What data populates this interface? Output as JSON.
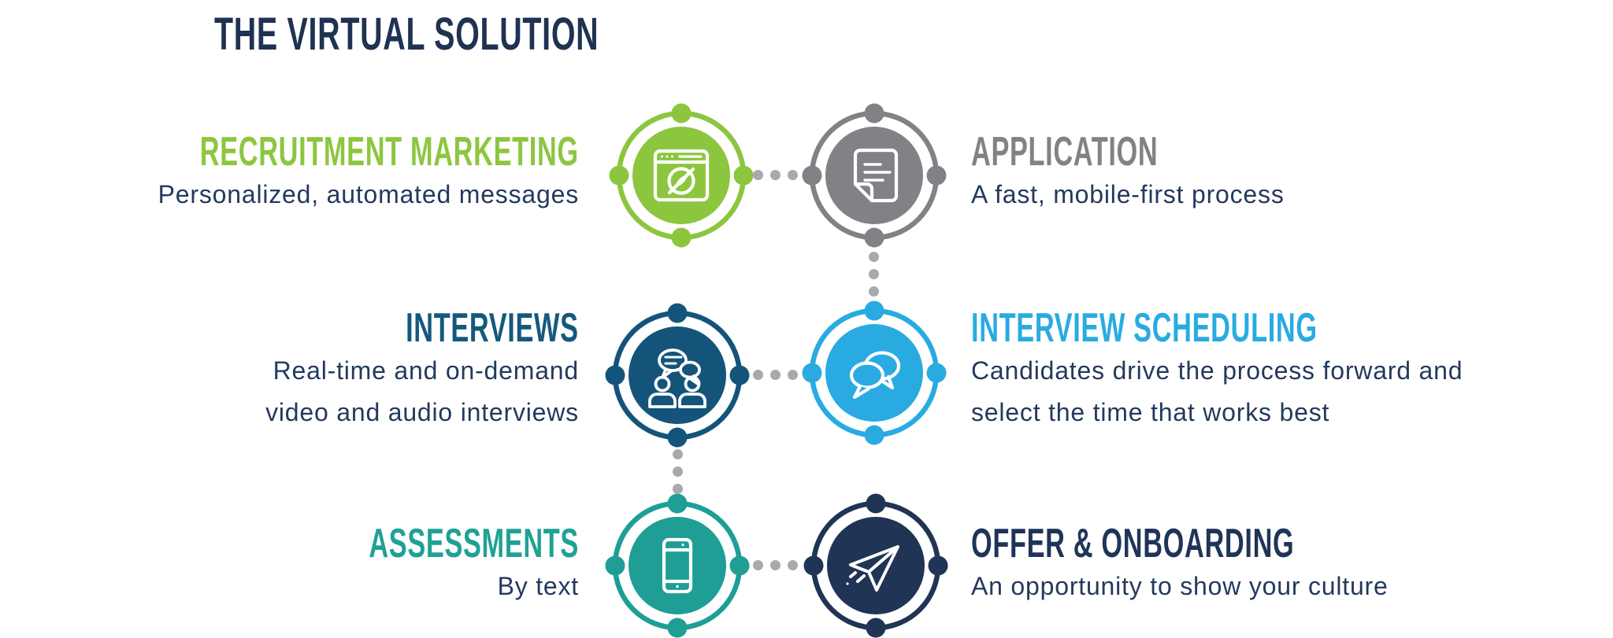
{
  "title": "THE VIRTUAL SOLUTION",
  "colors": {
    "background": "#ffffff",
    "title_text": "#1f3251",
    "body_text": "#24395e",
    "connector_dot": "#a7a9ac"
  },
  "steps": [
    {
      "id": "recruitment-marketing",
      "heading": "RECRUITMENT MARKETING",
      "desc": "Personalized, automated messages",
      "accent": "#8dc63f",
      "node_color": "#8cc63f",
      "icon": "browser-compass-icon",
      "side": "left"
    },
    {
      "id": "application",
      "heading": "APPLICATION",
      "desc": "A fast, mobile-first process",
      "accent": "#808285",
      "node_color": "#808285",
      "icon": "note-document-icon",
      "side": "right"
    },
    {
      "id": "interviews",
      "heading": "INTERVIEWS",
      "desc": "Real-time and on-demand\nvideo and audio interviews",
      "accent": "#15587e",
      "node_color": "#15547a",
      "icon": "people-conversation-icon",
      "side": "left"
    },
    {
      "id": "interview-scheduling",
      "heading": "INTERVIEW SCHEDULING",
      "desc": "Candidates drive the process forward and\nselect the time that works best",
      "accent": "#29abe2",
      "node_color": "#29abe2",
      "icon": "chat-bubbles-icon",
      "side": "right"
    },
    {
      "id": "assessments",
      "heading": "ASSESSMENTS",
      "desc": "By text",
      "accent": "#1fa195",
      "node_color": "#1e9e95",
      "icon": "smartphone-icon",
      "side": "left"
    },
    {
      "id": "offer-onboarding",
      "heading": "OFFER & ONBOARDING",
      "desc": "An opportunity to show your culture",
      "accent": "#1f3458",
      "node_color": "#203455",
      "icon": "paper-plane-icon",
      "side": "right"
    }
  ]
}
